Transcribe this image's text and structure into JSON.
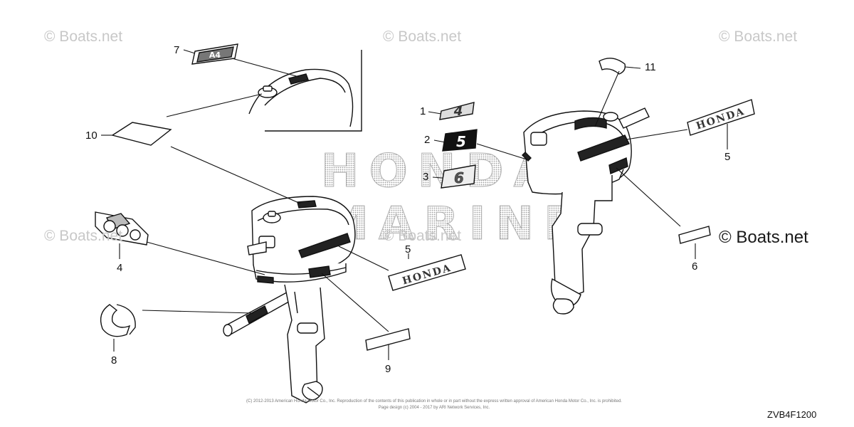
{
  "watermarks": {
    "top_left": "© Boats.net",
    "top_center": "© Boats.net",
    "top_right": "© Boats.net",
    "mid_left": "© Boats.net",
    "mid_center": "© Boats.net",
    "mid_right": "© Boats.net"
  },
  "background_logo": {
    "line1": "HONDA",
    "line2": "MARINE",
    "color": "#9a9a9a"
  },
  "callouts": {
    "c1": "1",
    "c2": "2",
    "c3": "3",
    "c4": "4",
    "c5a": "5",
    "c5b": "5",
    "c6": "6",
    "c7": "7",
    "c8": "8",
    "c9": "9",
    "c10": "10",
    "c11": "11"
  },
  "decals": {
    "honda_label": "HONDA",
    "digit_4": "4",
    "digit_5": "5",
    "digit_6": "6"
  },
  "footer": {
    "line1": "(C) 2012-2013 American Honda Motor Co., Inc. Reproduction of the contents of this publication in whole or in part without the express written approval of American Honda Motor Co., Inc. is prohibited.",
    "line2": "Page design (c) 2004 - 2017 by ARI Network Services, Inc."
  },
  "diagram_code": "ZVB4F1200"
}
